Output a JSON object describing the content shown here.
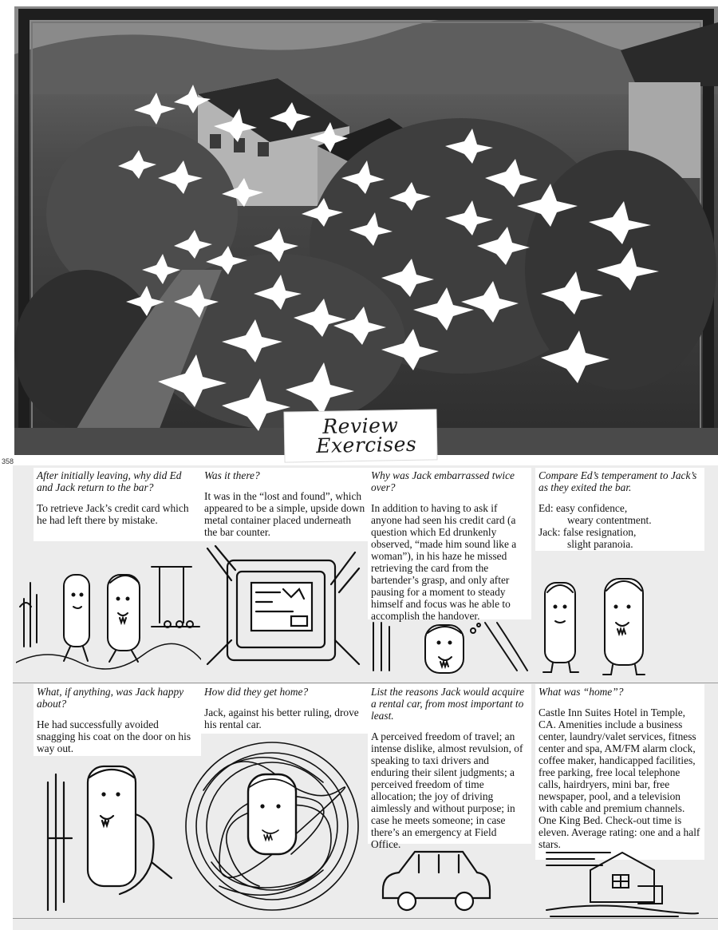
{
  "title": {
    "line1": "Review",
    "line2": "Exercises"
  },
  "page_number": "358",
  "exercises": [
    {
      "question": "After initially leaving, why did Ed and Jack return to the bar?",
      "answer": "To retrieve Jack’s credit card which he had left there by mistake."
    },
    {
      "question": "Was it there?",
      "answer": "It was in the “lost and found”, which appeared to be a simple, upside down metal container placed underneath the bar counter."
    },
    {
      "question": "Why was Jack embarrassed twice over?",
      "answer": "In addition to having to ask if anyone had seen his credit card (a question which Ed drunkenly observed, “made him sound like a woman”), in his haze he missed retrieving the card from the bartender’s grasp, and only after pausing for a moment to steady himself and focus was he able to accomplish the handover."
    },
    {
      "question": "Compare Ed’s temperament to Jack’s as they exited the bar.",
      "answer_lines": [
        {
          "text": "Ed: easy confidence,",
          "indent": false
        },
        {
          "text": "weary contentment.",
          "indent": true
        },
        {
          "text": "Jack: false resignation,",
          "indent": false
        },
        {
          "text": "slight paranoia.",
          "indent": true
        }
      ]
    },
    {
      "question": "What, if anything, was Jack happy about?",
      "answer": "He had successfully avoided snagging his coat on the door on his way out."
    },
    {
      "question": "How did they get home?",
      "answer": "Jack, against his better ruling, drove his rental car."
    },
    {
      "question": "List the reasons Jack would acquire a rental car, from most important to least.",
      "answer": "A perceived freedom of travel; an intense dislike, almost revulsion, of speaking to taxi drivers and enduring their silent judgments; a perceived freedom of time allocation; the joy of driving aimlessly and without purpose; in case he meets someone; in case there’s an emergency at Field Office."
    },
    {
      "question": "What was “home”?",
      "answer": "Castle Inn Suites Hotel in Temple, CA. Amenities include a business center, laundry/valet services, fitness center and spa, AM/FM alarm clock, coffee maker, handicapped facilities, free parking, free local telephone calls, hairdryers, mini bar, free newspaper, pool, and a television with cable and premium channels. One King Bed. Check-out time is eleven. Average rating: one and a half stars."
    }
  ]
}
